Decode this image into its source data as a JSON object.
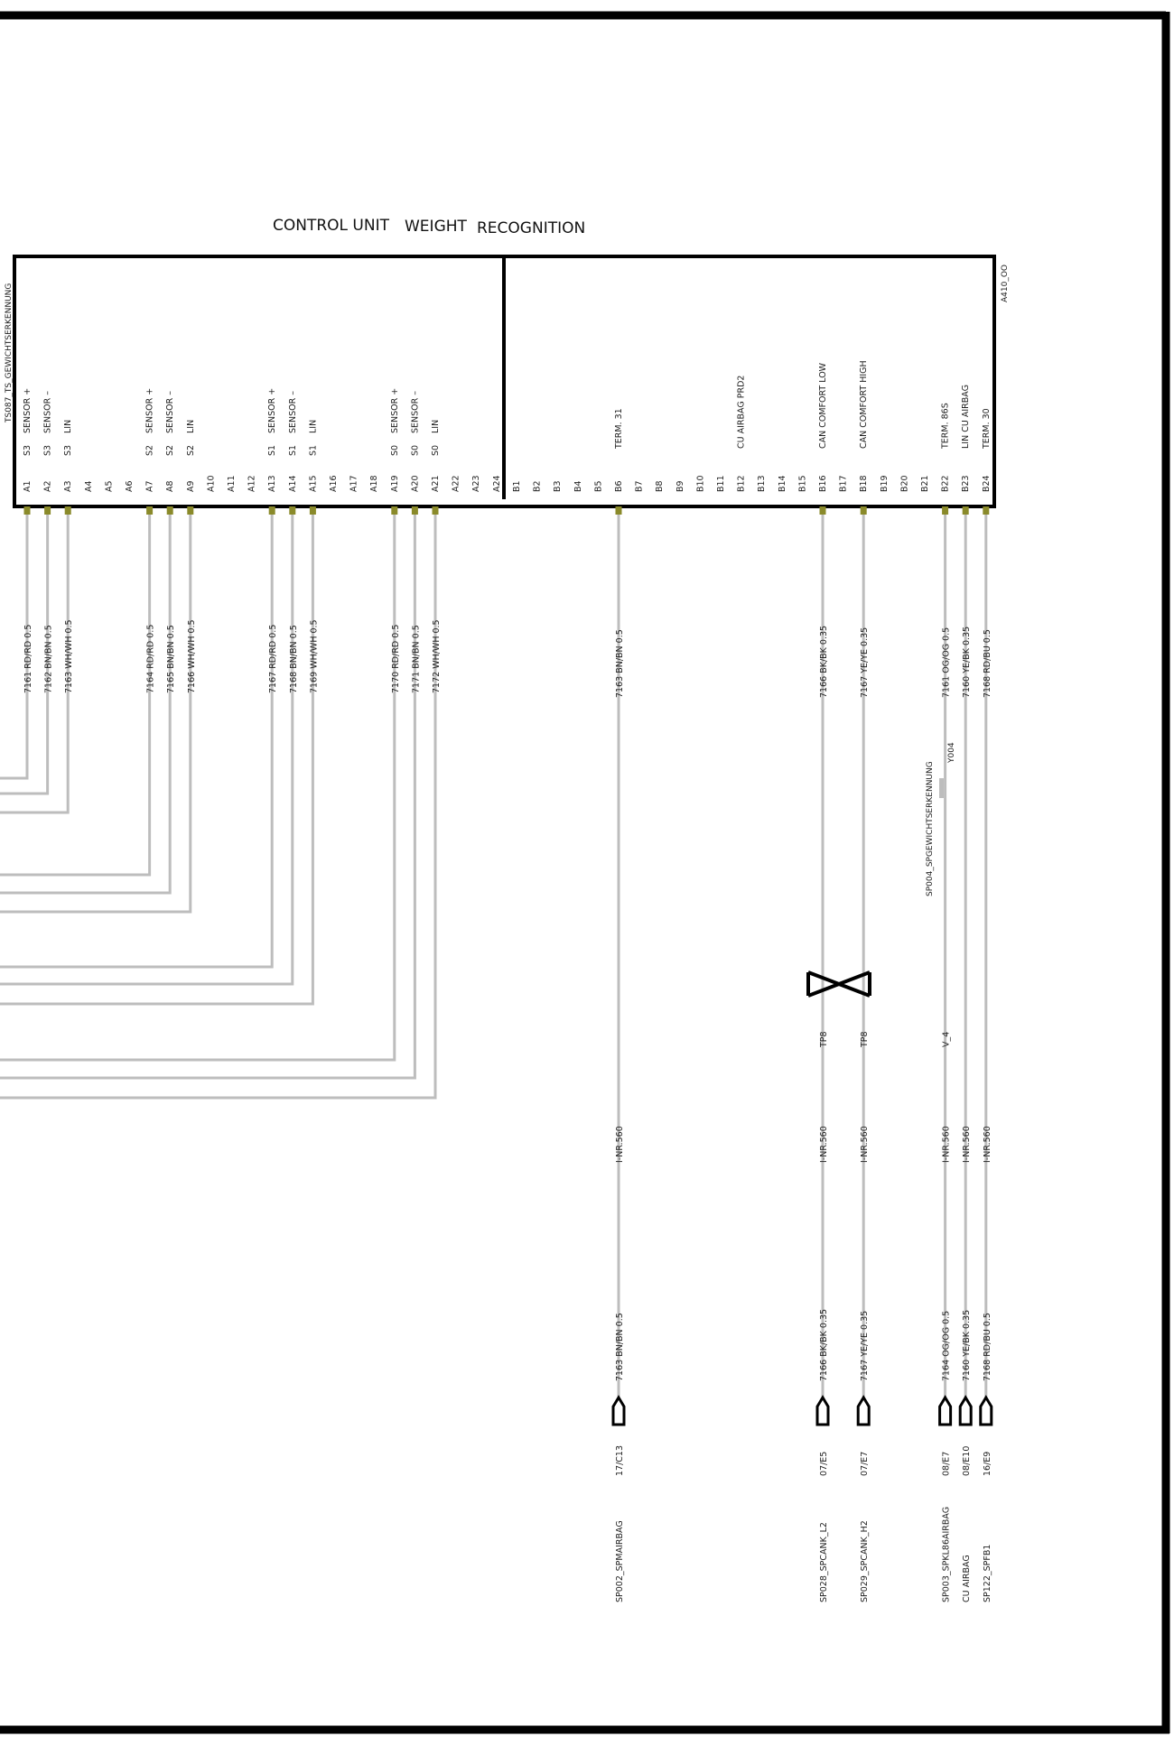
{
  "component": {
    "title_words": [
      "CONTROL UNIT",
      "WEIGHT",
      "RECOGNITION"
    ],
    "id": "A410_OO",
    "connector_name": "TS087_TS_GEWICHTSERKENNUNG"
  },
  "pins_a": [
    {
      "pin": "A1",
      "sub": "S3",
      "signal": "SENSOR +"
    },
    {
      "pin": "A2",
      "sub": "S3",
      "signal": "SENSOR –"
    },
    {
      "pin": "A3",
      "sub": "S3",
      "signal": "LIN"
    },
    {
      "pin": "A4",
      "sub": "",
      "signal": ""
    },
    {
      "pin": "A5",
      "sub": "",
      "signal": ""
    },
    {
      "pin": "A6",
      "sub": "",
      "signal": ""
    },
    {
      "pin": "A7",
      "sub": "S2",
      "signal": "SENSOR +"
    },
    {
      "pin": "A8",
      "sub": "S2",
      "signal": "SENSOR –"
    },
    {
      "pin": "A9",
      "sub": "S2",
      "signal": "LIN"
    },
    {
      "pin": "A10",
      "sub": "",
      "signal": ""
    },
    {
      "pin": "A11",
      "sub": "",
      "signal": ""
    },
    {
      "pin": "A12",
      "sub": "",
      "signal": ""
    },
    {
      "pin": "A13",
      "sub": "S1",
      "signal": "SENSOR +"
    },
    {
      "pin": "A14",
      "sub": "S1",
      "signal": "SENSOR –"
    },
    {
      "pin": "A15",
      "sub": "S1",
      "signal": "LIN"
    },
    {
      "pin": "A16",
      "sub": "",
      "signal": ""
    },
    {
      "pin": "A17",
      "sub": "",
      "signal": ""
    },
    {
      "pin": "A18",
      "sub": "",
      "signal": ""
    },
    {
      "pin": "A19",
      "sub": "S0",
      "signal": "SENSOR +"
    },
    {
      "pin": "A20",
      "sub": "S0",
      "signal": "SENSOR –"
    },
    {
      "pin": "A21",
      "sub": "S0",
      "signal": "LIN"
    },
    {
      "pin": "A22",
      "sub": "",
      "signal": ""
    },
    {
      "pin": "A23",
      "sub": "",
      "signal": ""
    },
    {
      "pin": "A24",
      "sub": "",
      "signal": ""
    }
  ],
  "pins_b": [
    {
      "pin": "B1",
      "signal": ""
    },
    {
      "pin": "B2",
      "signal": ""
    },
    {
      "pin": "B3",
      "signal": ""
    },
    {
      "pin": "B4",
      "signal": ""
    },
    {
      "pin": "B5",
      "signal": ""
    },
    {
      "pin": "B6",
      "signal": "TERM. 31"
    },
    {
      "pin": "B7",
      "signal": ""
    },
    {
      "pin": "B8",
      "signal": ""
    },
    {
      "pin": "B9",
      "signal": ""
    },
    {
      "pin": "B10",
      "signal": ""
    },
    {
      "pin": "B11",
      "signal": ""
    },
    {
      "pin": "B12",
      "signal": "CU AIRBAG  PRD2"
    },
    {
      "pin": "B13",
      "signal": ""
    },
    {
      "pin": "B14",
      "signal": ""
    },
    {
      "pin": "B15",
      "signal": ""
    },
    {
      "pin": "B16",
      "signal": "CAN COMFORT LOW"
    },
    {
      "pin": "B17",
      "signal": ""
    },
    {
      "pin": "B18",
      "signal": "CAN COMFORT HIGH"
    },
    {
      "pin": "B19",
      "signal": ""
    },
    {
      "pin": "B20",
      "signal": ""
    },
    {
      "pin": "B21",
      "signal": ""
    },
    {
      "pin": "B22",
      "signal": "TERM. 86S"
    },
    {
      "pin": "B23",
      "signal": "LIN  CU AIRBAG"
    },
    {
      "pin": "B24",
      "signal": "TERM. 30"
    }
  ],
  "wires_a": [
    {
      "pin": "A1",
      "label": "7161 RD/RD 0.5"
    },
    {
      "pin": "A2",
      "label": "7162 BN/BN 0.5"
    },
    {
      "pin": "A3",
      "label": "7163 WH/WH 0.5"
    },
    {
      "pin": "A7",
      "label": "7164 RD/RD 0.5"
    },
    {
      "pin": "A8",
      "label": "7165 BN/BN 0.5"
    },
    {
      "pin": "A9",
      "label": "7166 WH/WH 0.5"
    },
    {
      "pin": "A13",
      "label": "7167 RD/RD 0.5"
    },
    {
      "pin": "A14",
      "label": "7168 BN/BN 0.5"
    },
    {
      "pin": "A15",
      "label": "7169 WH/WH 0.5"
    },
    {
      "pin": "A19",
      "label": "7170 RD/RD 0.5"
    },
    {
      "pin": "A20",
      "label": "7171 BN/BN 0.5"
    },
    {
      "pin": "A21",
      "label": "7172 WH/WH 0.5"
    }
  ],
  "wires_b": [
    {
      "pin": "B6",
      "top_label": "7163 BN/BN 0.5",
      "mid_label": "",
      "inr": "I-NR.560",
      "bottom_label": "7163 BN/BN 0.5",
      "ref": "17/C13",
      "dest": "SP002_SPMAIRBAG"
    },
    {
      "pin": "B16",
      "top_label": "7166 BK/BK 0.35",
      "mid_label": "TP8",
      "inr": "I-NR.560",
      "bottom_label": "7166 BK/BK 0.35",
      "ref": "07/E5",
      "dest": "SP028_SPCANK_L2"
    },
    {
      "pin": "B18",
      "top_label": "7167 YE/YE 0.35",
      "mid_label": "TP8",
      "inr": "I-NR.560",
      "bottom_label": "7167 YE/YE 0.35",
      "ref": "07/E7",
      "dest": "SP029_SPCANK_H2"
    },
    {
      "pin": "B22",
      "top_label": "7161 OG/OG 0.5",
      "mid_label": "V_4",
      "inr": "I-NR.560",
      "bottom_label": "7164 OG/OG 0.5",
      "ref": "08/E7",
      "dest": "SP003_SPKL86AIRBAG"
    },
    {
      "pin": "B23",
      "top_label": "7160 YE/BK 0.35",
      "mid_label": "",
      "inr": "I-NR.560",
      "bottom_label": "7160 YE/BK 0.35",
      "ref": "08/E10",
      "dest": "CU AIRBAG"
    },
    {
      "pin": "B24",
      "top_label": "7168 RD/BU 0.5",
      "mid_label": "",
      "inr": "I-NR.560",
      "bottom_label": "7168 RD/BU 0.5",
      "ref": "16/E9",
      "dest": "SP122_SPFB1"
    }
  ],
  "splice": {
    "name": "SP004_SPGEWICHTSERKENNUNG",
    "code": "Y004"
  },
  "colors": {
    "frame": "#000000",
    "wire": "#bdbdbd",
    "pin_dot": "#8a8a2a",
    "text": "#222222"
  }
}
